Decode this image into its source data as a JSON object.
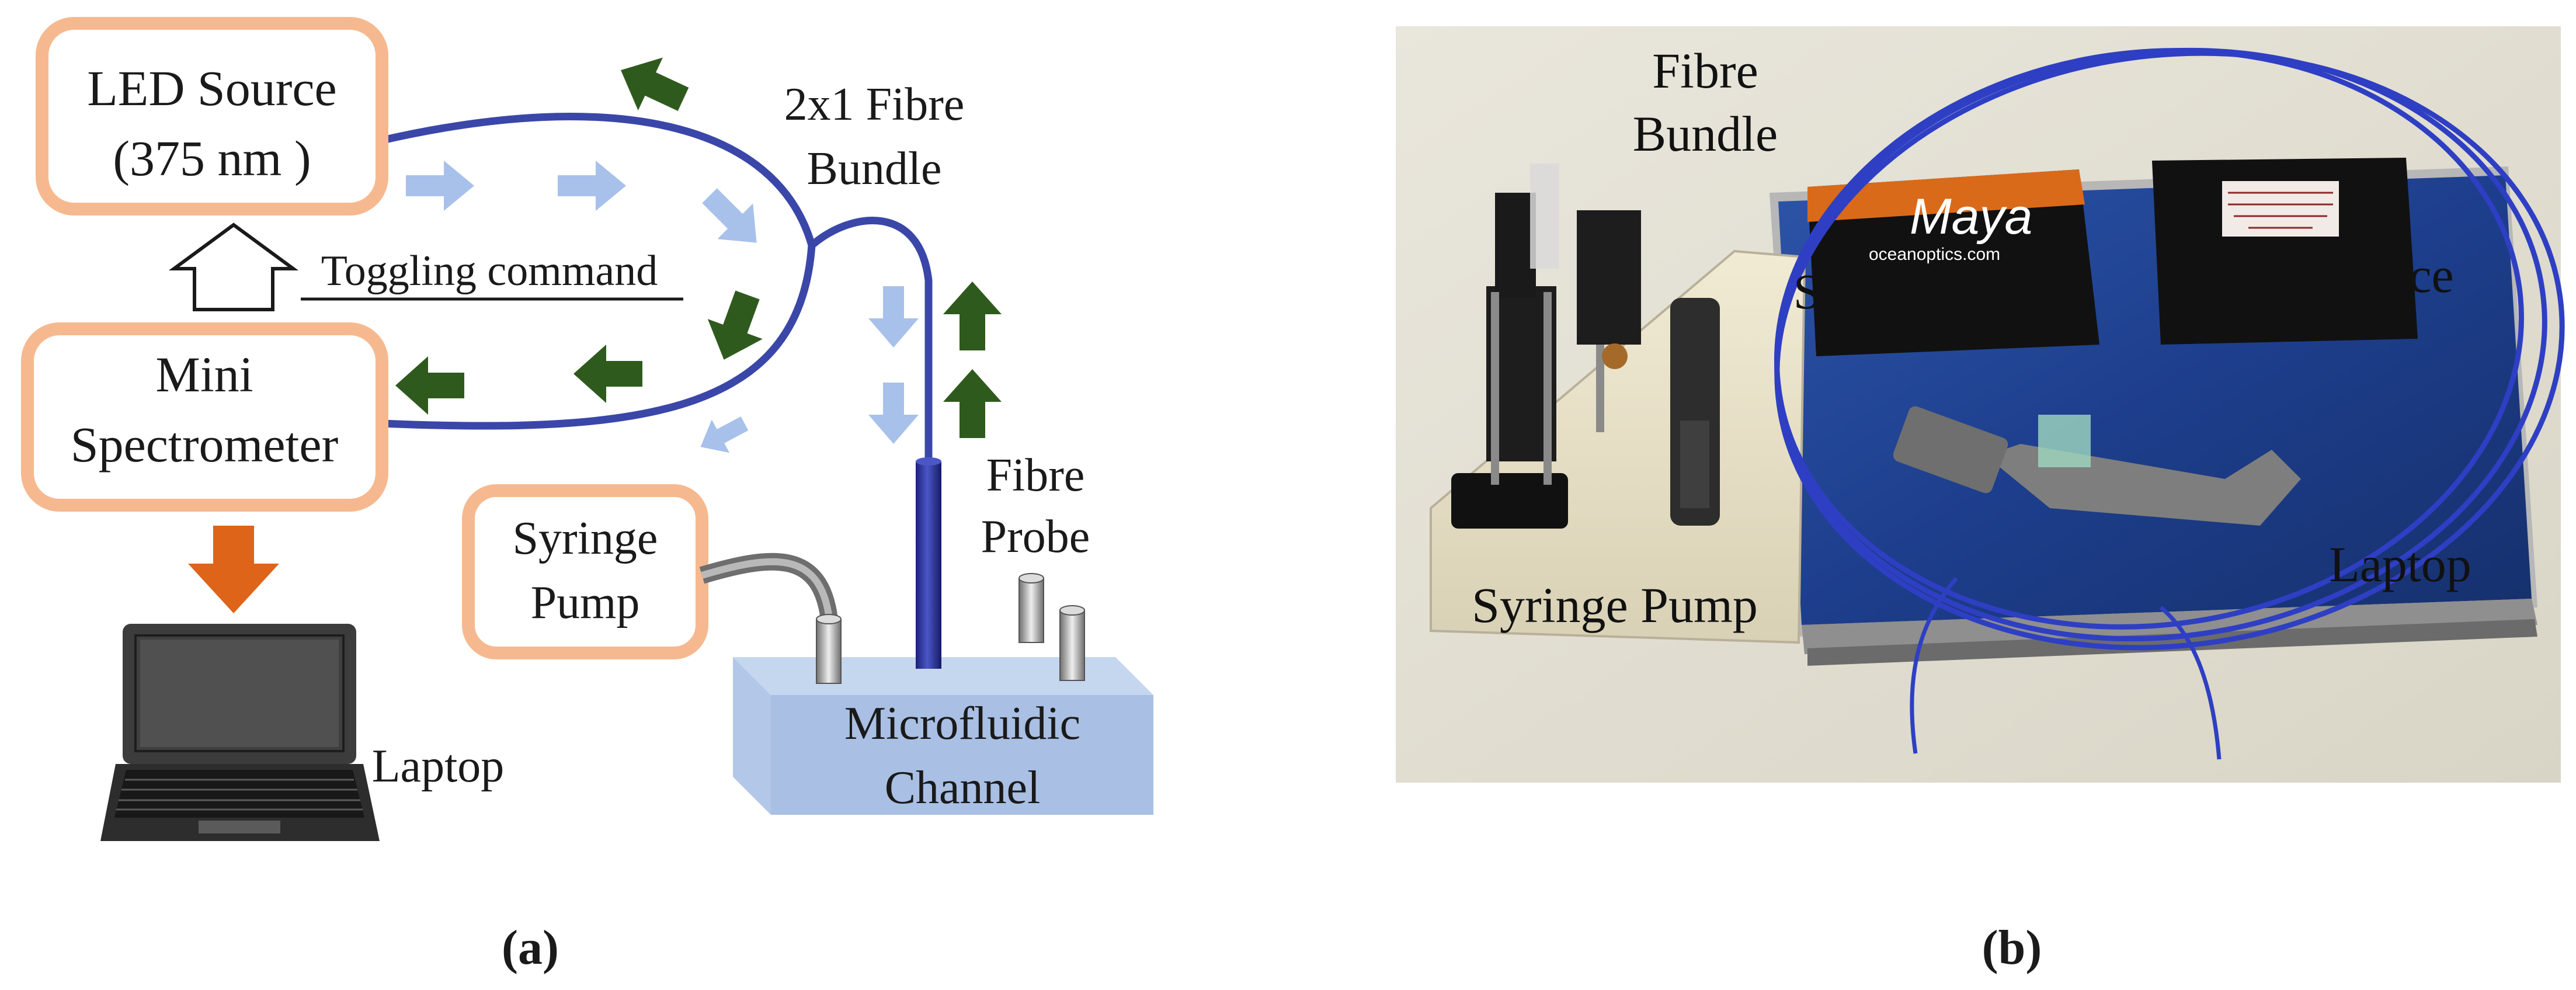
{
  "diagram": {
    "nodes": {
      "led_source_line1": "LED Source",
      "led_source_line2": "(375 nm )",
      "mini_spectrometer_line1": "Mini",
      "mini_spectrometer_line2": "Spectrometer",
      "syringe_pump_line1": "Syringe",
      "syringe_pump_line2": "Pump",
      "laptop": "Laptop",
      "fibre_bundle_line1": "2x1 Fibre",
      "fibre_bundle_line2": "Bundle",
      "fibre_probe_line1": "Fibre",
      "fibre_probe_line2": "Probe",
      "microfluidic_line1": "Microfluidic",
      "microfluidic_line2": "Channel"
    },
    "edges": {
      "toggling_command": "Toggling command"
    },
    "caption": "(a)"
  },
  "photo": {
    "labels": {
      "fibre_bundle_line1": "Fibre",
      "fibre_bundle_line2": "Bundle",
      "spectrometer": "Spectrometer",
      "led_source": "LED Source",
      "syringe_pump": "Syringe Pump",
      "laptop": "Laptop",
      "maya_brand": "Maya",
      "oceanoptics": "oceanoptics.com"
    },
    "caption": "(b)"
  },
  "colors": {
    "box_border": "#f6b98f",
    "fibre": "#3a47a8",
    "light_arrow": "#a7c1ea",
    "return_arrow": "#2f5a1d",
    "laptop_arrow": "#dd6418",
    "channel_top": "#c5d6ef",
    "channel_front": "#a9bfe3",
    "photo_bg": "#e4e0d3",
    "laptop_blue": "#1d3e8c"
  }
}
